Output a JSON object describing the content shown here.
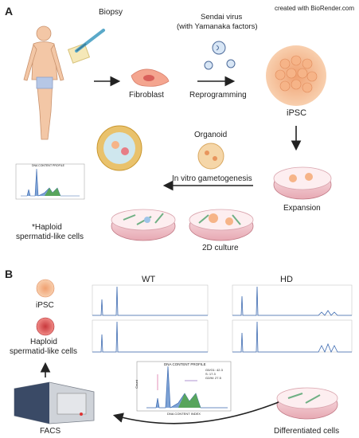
{
  "credit": "created with BioRender.com",
  "panel_a": {
    "letter": "A",
    "biopsy": "Biopsy",
    "fibroblast": "Fibroblast",
    "virus_line1": "Sendai virus",
    "virus_line2": "(with Yamanaka factors)",
    "reprogramming": "Reprogramming",
    "ipsc": "iPSC",
    "organoid": "Organoid",
    "gametogenesis": "In vitro gametogenesis",
    "expansion": "Expansion",
    "culture_2d": "2D culture",
    "haploid_line1": "*Haploid",
    "haploid_line2": "spermatid-like cells",
    "mini_profile_title": "DNA CONTENT PROFILE"
  },
  "panel_b": {
    "letter": "B",
    "wt": "WT",
    "hd": "HD",
    "ipsc": "iPSC",
    "haploid_line1": "Haploid",
    "haploid_line2": "spermatid-like cells",
    "facs": "FACS",
    "differentiated": "Differentiated cells",
    "profile_title": "DNA CONTENT PROFILE",
    "profile_xlabel": "DNA CONTENT INDEX",
    "profile_ylabel": "Count",
    "profile_stats": [
      "G0/G1: 42.3",
      "S: 17.3",
      "G2/M: 27.5"
    ]
  }
}
